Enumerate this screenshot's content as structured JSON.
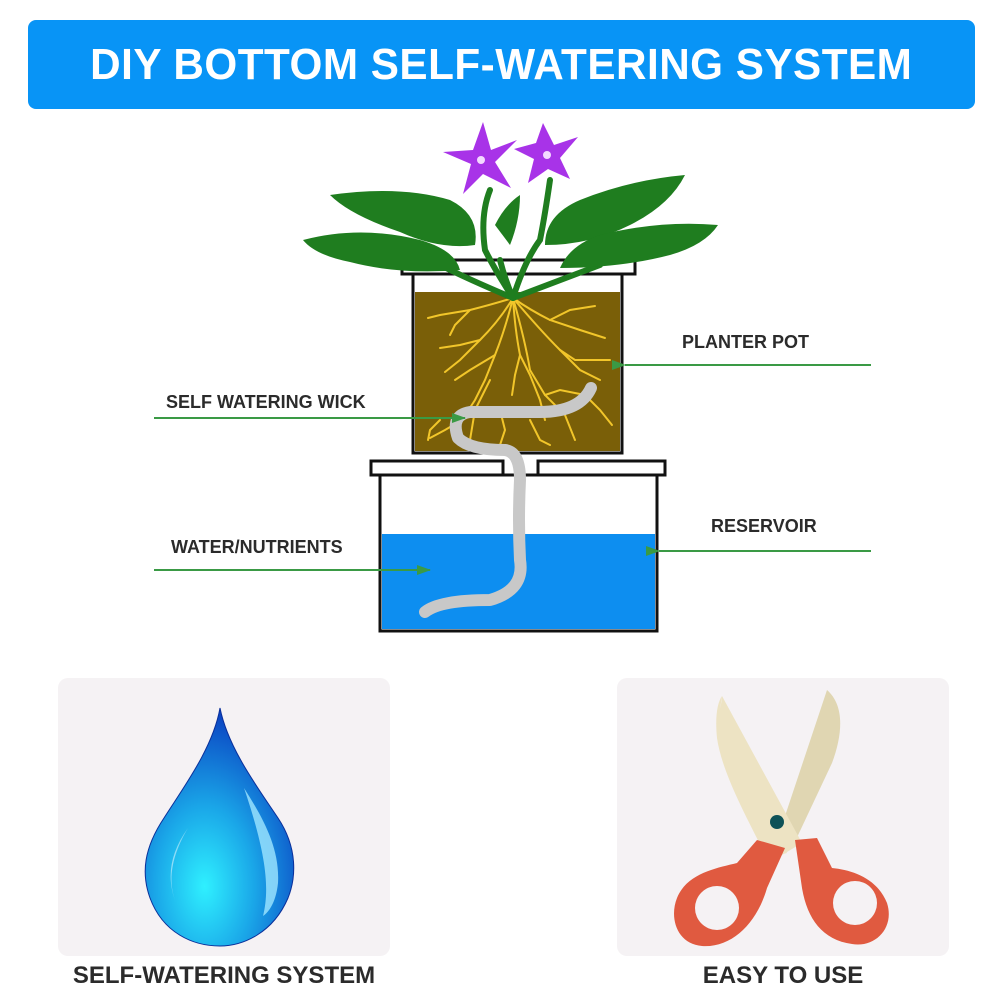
{
  "header": {
    "title": "DIY BOTTOM SELF-WATERING SYSTEM",
    "background_color": "#0894f6",
    "text_color": "#ffffff"
  },
  "diagram": {
    "labels": {
      "planter_pot": "PLANTER POT",
      "self_watering_wick": "SELF WATERING WICK",
      "water_nutrients": "WATER/NUTRIENTS",
      "reservoir": "RESERVOIR"
    },
    "colors": {
      "arrow": "#3a9a45",
      "soil": "#7a5f08",
      "roots": "#f2c62a",
      "water": "#0d8ef0",
      "wick": "#c8c8c8",
      "leaves": "#1f7d1f",
      "flowers": "#a833e8",
      "outline": "#111111"
    }
  },
  "features": [
    {
      "caption": "SELF-WATERING SYSTEM",
      "icon": "water-drop-icon"
    },
    {
      "caption": "EASY TO USE",
      "icon": "scissors-icon"
    }
  ]
}
